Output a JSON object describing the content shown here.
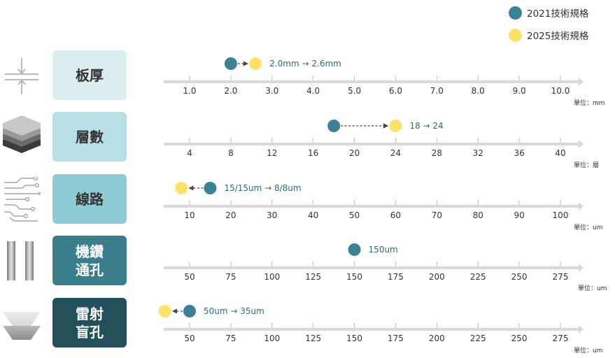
{
  "legend": [
    {
      "label": "2021技術規格",
      "color": "#3a8294"
    },
    {
      "label": "2025技術規格",
      "color": "#fbe36a"
    }
  ],
  "rows": [
    {
      "label_lines": [
        "板厚"
      ],
      "icon": "board-thickness-icon",
      "box_color": "#ddeef1",
      "text_color": "#333333",
      "unit": "單位：mm",
      "annotation": "2.0mm → 2.6mm"
    },
    {
      "label_lines": [
        "層數"
      ],
      "icon": "layer-stack-icon",
      "box_color": "#b9dfe6",
      "text_color": "#333333",
      "unit": "單位：層",
      "annotation": "18 → 24"
    },
    {
      "label_lines": [
        "線路"
      ],
      "icon": "circuit-trace-icon",
      "box_color": "#8fcbd5",
      "text_color": "#333333",
      "unit": "單位：um",
      "annotation": "15/15um → 8/8um"
    },
    {
      "label_lines": [
        "機鑽",
        "通孔"
      ],
      "icon": "drill-hole-icon",
      "box_color": "#3a7d8b",
      "text_color": "#ffffff",
      "unit": "單位：um",
      "annotation": "150um"
    },
    {
      "label_lines": [
        "雷射",
        "盲孔"
      ],
      "icon": "laser-via-icon",
      "box_color": "#23505a",
      "text_color": "#ffffff",
      "unit": "單位：um",
      "annotation": "50um → 35um"
    }
  ],
  "chart_data": [
    {
      "type": "scatter",
      "title": "板厚",
      "unit": "單位：mm",
      "xlim": [
        0.0,
        10.0
      ],
      "ticks": [
        "1.0",
        "2.0",
        "3.0",
        "4.0",
        "5.0",
        "6.0",
        "7.0",
        "8.0",
        "9.0",
        "10.0"
      ],
      "tick_values": [
        1,
        2,
        3,
        4,
        5,
        6,
        7,
        8,
        9,
        10
      ],
      "series": [
        {
          "name": "2021技術規格",
          "value": 2.0
        },
        {
          "name": "2025技術規格",
          "value": 2.6
        }
      ],
      "annotation": "2.0mm → 2.6mm"
    },
    {
      "type": "scatter",
      "title": "層數",
      "unit": "單位：層",
      "xlim": [
        0,
        40
      ],
      "ticks": [
        "4",
        "8",
        "12",
        "16",
        "20",
        "24",
        "28",
        "32",
        "36",
        "40"
      ],
      "tick_values": [
        4,
        8,
        12,
        16,
        20,
        24,
        28,
        32,
        36,
        40
      ],
      "series": [
        {
          "name": "2021技術規格",
          "value": 18
        },
        {
          "name": "2025技術規格",
          "value": 24
        }
      ],
      "annotation": "18 → 24"
    },
    {
      "type": "scatter",
      "title": "線路",
      "unit": "單位：um",
      "xlim": [
        0,
        100
      ],
      "ticks": [
        "10",
        "20",
        "30",
        "40",
        "50",
        "60",
        "70",
        "80",
        "90",
        "100"
      ],
      "tick_values": [
        10,
        20,
        30,
        40,
        50,
        60,
        70,
        80,
        90,
        100
      ],
      "series": [
        {
          "name": "2021技術規格",
          "value": 15
        },
        {
          "name": "2025技術規格",
          "value": 8
        }
      ],
      "annotation": "15/15um → 8/8um"
    },
    {
      "type": "scatter",
      "title": "機鑽通孔",
      "unit": "單位：um",
      "xlim": [
        25,
        275
      ],
      "ticks": [
        "50",
        "75",
        "100",
        "125",
        "150",
        "175",
        "200",
        "225",
        "250",
        "275"
      ],
      "tick_values": [
        50,
        75,
        100,
        125,
        150,
        175,
        200,
        225,
        250,
        275
      ],
      "series": [
        {
          "name": "2021技術規格",
          "value": 150
        }
      ],
      "annotation": "150um"
    },
    {
      "type": "scatter",
      "title": "雷射盲孔",
      "unit": "單位：um",
      "xlim": [
        25,
        275
      ],
      "ticks": [
        "50",
        "75",
        "100",
        "125",
        "150",
        "175",
        "200",
        "225",
        "250",
        "275"
      ],
      "tick_values": [
        50,
        75,
        100,
        125,
        150,
        175,
        200,
        225,
        250,
        275
      ],
      "series": [
        {
          "name": "2021技術規格",
          "value": 50
        },
        {
          "name": "2025技術規格",
          "value": 35
        }
      ],
      "annotation": "50um → 35um"
    }
  ]
}
